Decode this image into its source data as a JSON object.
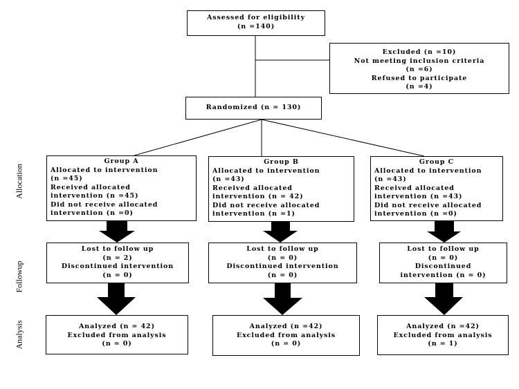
{
  "eligibility": {
    "line1": "Assessed for eligibility",
    "line2": "(n =140)"
  },
  "excluded": {
    "line1": "Excluded (n =10)",
    "line2": "Not meeting inclusion criteria",
    "line3": "(n =6)",
    "line4": "Refused to participate",
    "line5": "(n =4)"
  },
  "randomized": {
    "label": "Randomized (n = 130)"
  },
  "stage_labels": {
    "allocation": "Allocation",
    "followup": "Followup",
    "analysis": "Analysis"
  },
  "groups": [
    {
      "allocation": [
        "Group A",
        "Allocated to intervention",
        "(n =45)",
        "Received allocated",
        "intervention (n =45)",
        "Did not receive allocated",
        "intervention (n =0)"
      ],
      "followup": [
        "Lost to follow up",
        "(n = 2)",
        "Discontinued intervention",
        "(n = 0)"
      ],
      "analysis": [
        "Analyzed (n = 42)",
        "Excluded from analysis",
        "(n = 0)"
      ]
    },
    {
      "allocation": [
        "Group B",
        "Allocated to intervention",
        "(n =43)",
        "Received allocated",
        "intervention (n = 42)",
        "Did not receive allocated",
        "intervention (n =1)"
      ],
      "followup": [
        "Lost to follow up",
        "(n = 0)",
        "Discontinued intervention",
        "(n = 0)"
      ],
      "analysis": [
        "Analyzed (n =42)",
        "Excluded from analysis",
        "(n = 0)"
      ]
    },
    {
      "allocation": [
        "Group C",
        "Allocated to intervention",
        "(n =43)",
        "Received allocated",
        "intervention (n =43)",
        "Did not receive allocated",
        "intervention (n =0)"
      ],
      "followup": [
        "Lost to follow up",
        "(n = 0)",
        "Discontinued",
        "intervention (n = 0)"
      ],
      "analysis": [
        "Analyzed (n =42)",
        "Excluded from analysis",
        "(n = 1)"
      ]
    }
  ]
}
